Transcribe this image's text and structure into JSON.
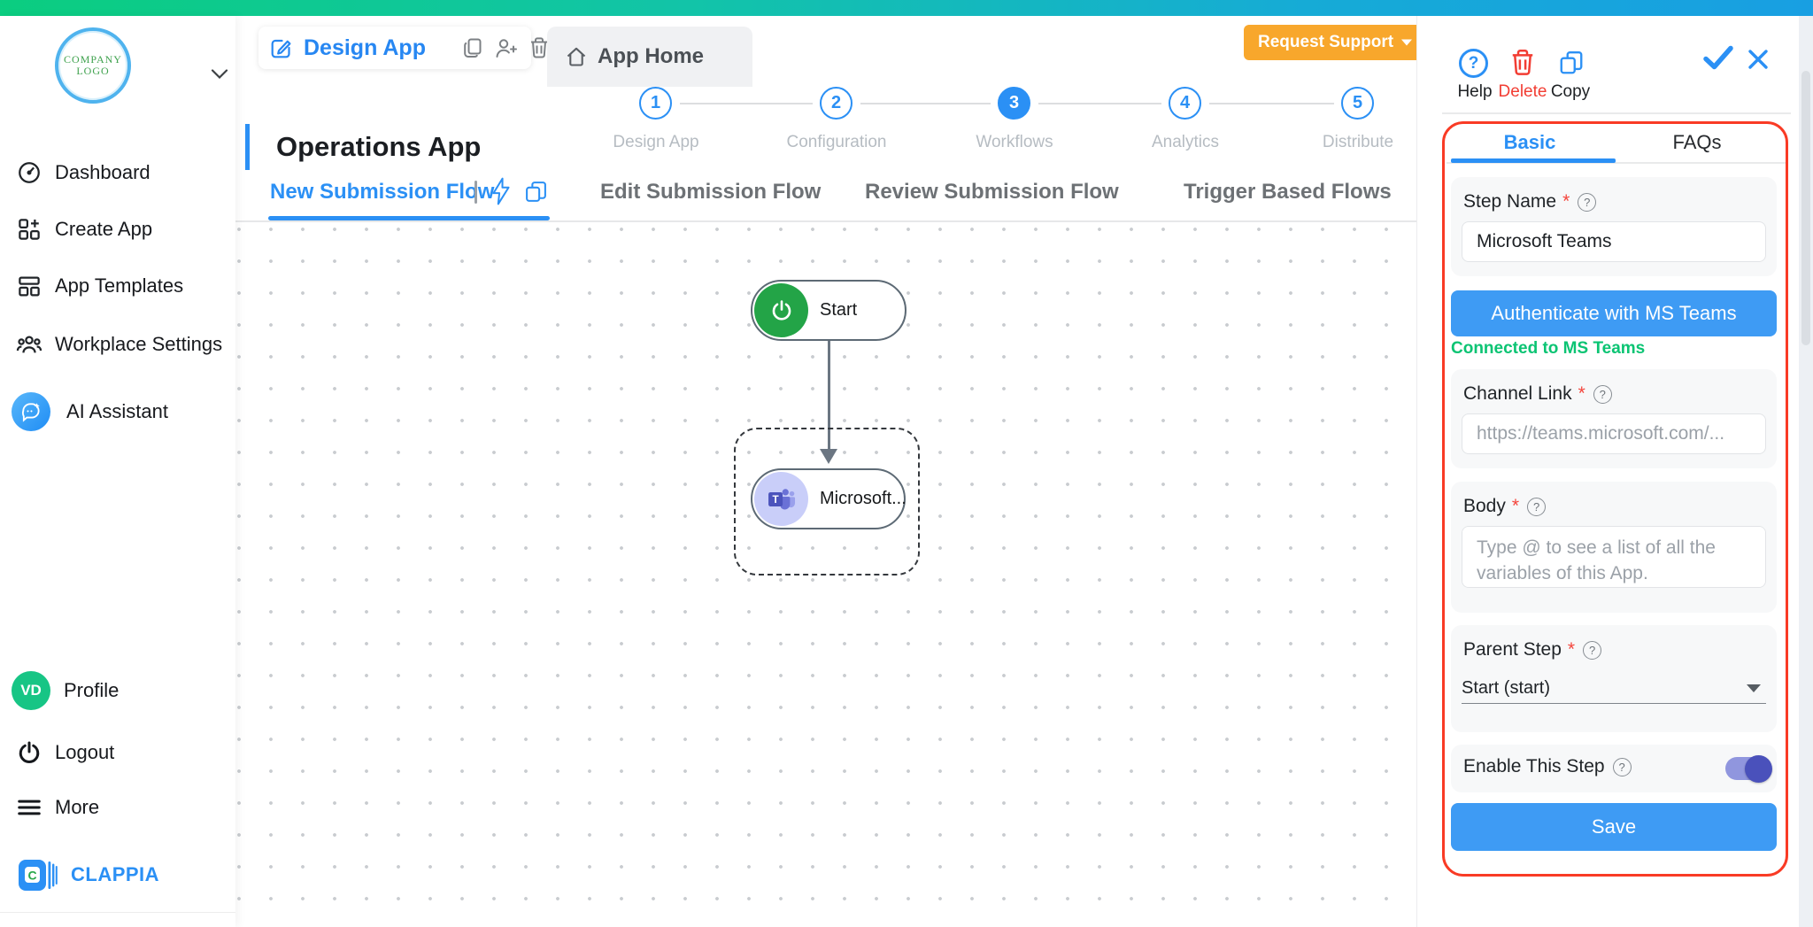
{
  "colors": {
    "primary_blue": "#2b90f5",
    "button_blue": "#3e9bf4",
    "success_green": "#0bc473",
    "start_node_green": "#23a447",
    "orange": "#f8a72c",
    "danger_red": "#f23d33",
    "panel_outline_red": "#f93b25",
    "toggle_on_indigo": "#4a51bb",
    "teams_lavender": "#c9cef9"
  },
  "icons": {
    "help-icon": "?",
    "question-icon": "?",
    "pipe-icon": "|",
    "check-icon": "svg-check",
    "close-icon": "svg-x",
    "edit-icon": "svg-pencil-square",
    "copy-icon": "svg-copy",
    "add-user-icon": "svg-person-plus",
    "trash-icon": "svg-trash",
    "home-icon": "svg-home",
    "caret-down-icon": "svg-triangle-down",
    "chevron-down-icon": "svg-chevron",
    "lightning-icon": "svg-bolt",
    "power-icon": "svg-power",
    "ms-teams-icon": "svg-teams"
  },
  "sidebar": {
    "logo_line1": "COMPANY",
    "logo_line2": "LOGO",
    "items": [
      {
        "label": "Dashboard"
      },
      {
        "label": "Create App"
      },
      {
        "label": "App Templates"
      },
      {
        "label": "Workplace Settings"
      },
      {
        "label": "AI Assistant"
      }
    ],
    "profile": {
      "avatar_initials": "VD",
      "label": "Profile"
    },
    "logout_label": "Logout",
    "more_label": "More",
    "brand": "CLAPPIA"
  },
  "topbar": {
    "design_app_label": "Design App",
    "app_home_label": "App Home",
    "request_support_label": "Request Support"
  },
  "header": {
    "title": "Operations App"
  },
  "stepper": {
    "steps": [
      {
        "num": "1",
        "label": "Design App"
      },
      {
        "num": "2",
        "label": "Configuration"
      },
      {
        "num": "3",
        "label": "Workflows"
      },
      {
        "num": "4",
        "label": "Analytics"
      },
      {
        "num": "5",
        "label": "Distribute"
      }
    ],
    "active_step": "3"
  },
  "flow_tabs": {
    "tabs": [
      {
        "label": "New Submission Flow"
      },
      {
        "label": "Edit Submission Flow"
      },
      {
        "label": "Review Submission Flow"
      },
      {
        "label": "Trigger Based Flows"
      }
    ],
    "active": "New Submission Flow"
  },
  "canvas": {
    "start_node_label": "Start",
    "teams_node_label": "Microsoft..."
  },
  "panel": {
    "actions": {
      "help": "Help",
      "delete": "Delete",
      "copy": "Copy"
    },
    "tabs": {
      "basic": "Basic",
      "faqs": "FAQs"
    },
    "required_marker": "*",
    "step_name": {
      "label": "Step Name",
      "value": "Microsoft Teams"
    },
    "auth_button_label": "Authenticate with MS Teams",
    "connected_text": "Connected to MS Teams",
    "channel_link": {
      "label": "Channel Link",
      "placeholder": "https://teams.microsoft.com/..."
    },
    "body_field": {
      "label": "Body",
      "placeholder": "Type @ to see a list of all the variables of this App."
    },
    "parent_step": {
      "label": "Parent Step",
      "value": "Start (start)"
    },
    "enable_step": {
      "label": "Enable This Step",
      "on": true
    },
    "save_button_label": "Save"
  }
}
